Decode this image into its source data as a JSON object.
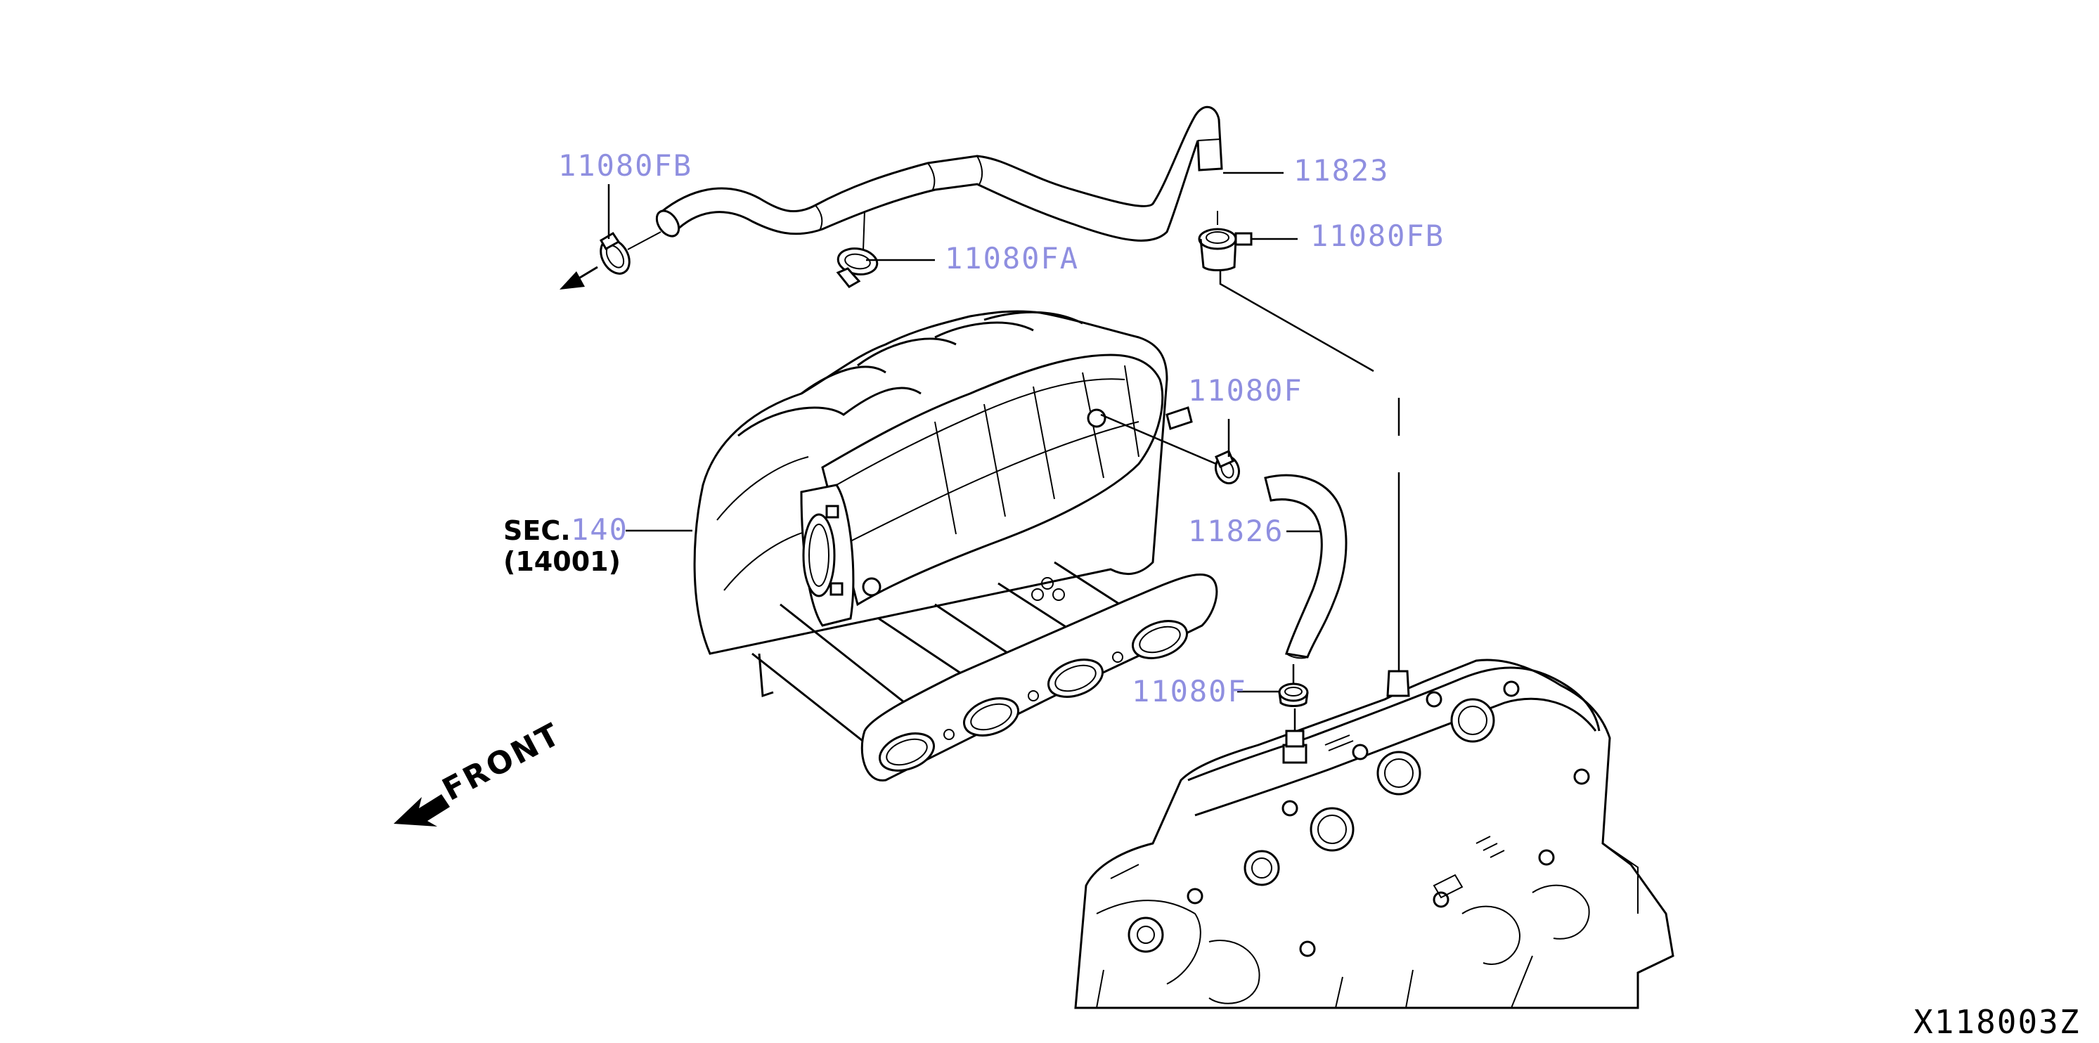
{
  "diagram": {
    "labels": {
      "clamp_top_left": "11080FB",
      "clamp_top_mid": "11080FA",
      "hose_top_right": "11823",
      "clamp_top_right": "11080FB",
      "clamp_mid_upper": "11080F",
      "hose_mid": "11826",
      "clamp_mid_lower": "11080F",
      "sec_prefix": "SEC.",
      "sec_number": "140",
      "sec_sub": "(14001)",
      "front": "FRONT",
      "reference_code": "X118003Z"
    },
    "colors": {
      "part_number": "#8f8fe0",
      "line_art": "#000000",
      "background": "#ffffff"
    }
  }
}
